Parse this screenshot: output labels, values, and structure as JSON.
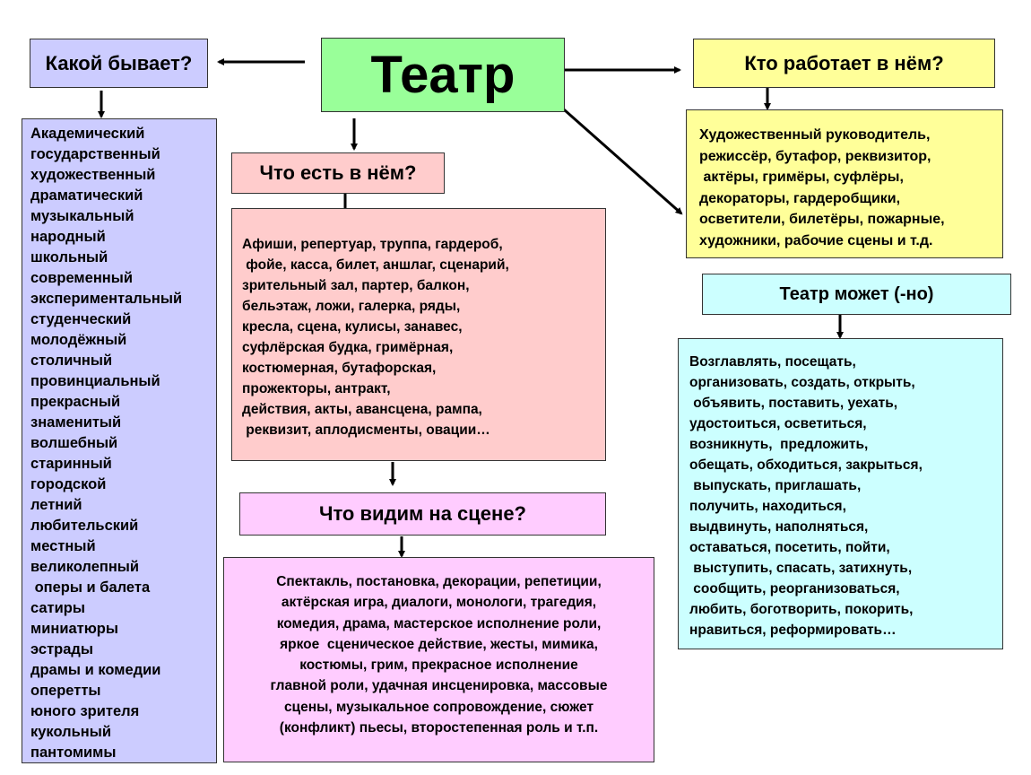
{
  "title": "Театр",
  "colors": {
    "lavender": "#ccccff",
    "green": "#99ff99",
    "yellow": "#ffff99",
    "pink": "#ffcccc",
    "magenta": "#ffccff",
    "cyan": "#ccffff"
  },
  "kinds": {
    "header": "Какой бывает?",
    "items": [
      "Академический",
      "государственный",
      "художественный",
      "драматический",
      "музыкальный",
      "народный",
      "школьный",
      "современный",
      "экспериментальный",
      "студенческий",
      "молодёжный",
      "столичный",
      "провинциальный",
      "прекрасный",
      "знаменитый",
      "волшебный",
      "старинный",
      "городской",
      "летний",
      "любительский",
      "местный",
      "великолепный",
      " оперы и балета",
      "сатиры",
      "миниатюры",
      "эстрады",
      "драмы и комедии",
      "оперетты",
      "юного зрителя",
      "кукольный",
      "пантомимы"
    ]
  },
  "workers": {
    "header": "Кто работает в нём?",
    "lines": [
      "Художественный руководитель,",
      "режиссёр, бутафор, реквизитор,",
      " актёры, гримёры, суфлёры,",
      "декораторы, гардеробщики,",
      "осветители, билетёры, пожарные,",
      "художники, рабочие сцены и т.д."
    ]
  },
  "contents": {
    "header": "Что есть в нём?",
    "lines": [
      "Афиши, репертуар, труппа, гардероб,",
      " фойе, касса, билет, аншлаг, сценарий,",
      "зрительный зал, партер, балкон,",
      "бельэтаж, ложи, галерка, ряды,",
      "кресла, сцена, кулисы, занавес,",
      "суфлёрская будка, гримёрная,",
      "костюмерная, бутафорская,",
      "прожекторы, антракт,",
      "действия, акты, авансцена, рампа,",
      " реквизит, аплодисменты, овации…"
    ]
  },
  "stage": {
    "header": "Что видим на сцене?",
    "lines": [
      "Спектакль, постановка, декорации, репетиции,",
      "актёрская игра, диалоги, монологи, трагедия,",
      "комедия, драма, мастерское исполнение роли,",
      "яркое  сценическое действие, жесты, мимика,",
      "костюмы, грим, прекрасное исполнение",
      "главной роли, удачная инсценировка, массовые",
      "сцены, музыкальное сопровождение, сюжет",
      "(конфликт) пьесы, второстепенная роль и т.п."
    ]
  },
  "verbs": {
    "header": "Театр может (-но)",
    "lines": [
      "Возглавлять, посещать,",
      "организовать, создать, открыть,",
      " объявить, поставить, уехать,",
      "удостоиться, осветиться,",
      "возникнуть,  предложить,",
      "обещать, обходиться, закрыться,",
      " выпускать, приглашать,",
      "получить, находиться,",
      "выдвинуть, наполняться,",
      "оставаться, посетить, пойти,",
      " выступить, спасать, затихнуть,",
      " сообщить, реорганизоваться,",
      "любить, боготворить, покорить,",
      "нравиться, реформировать…"
    ]
  }
}
